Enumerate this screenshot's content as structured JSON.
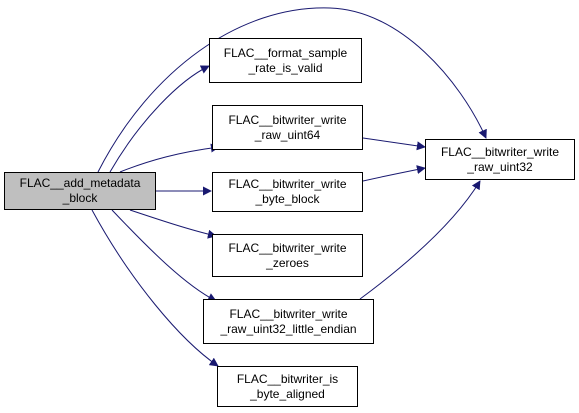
{
  "diagram": {
    "edge_color": "#191970",
    "root": {
      "id": "add_metadata_block",
      "lines": [
        "FLAC__add_metadata",
        "_block"
      ]
    },
    "nodes": [
      {
        "id": "format_sample_rate",
        "lines": [
          "FLAC__format_sample",
          "_rate_is_valid"
        ]
      },
      {
        "id": "raw_uint64",
        "lines": [
          "FLAC__bitwriter_write",
          "_raw_uint64"
        ]
      },
      {
        "id": "byte_block",
        "lines": [
          "FLAC__bitwriter_write",
          "_byte_block"
        ]
      },
      {
        "id": "zeroes",
        "lines": [
          "FLAC__bitwriter_write",
          "_zeroes"
        ]
      },
      {
        "id": "raw_uint32_le",
        "lines": [
          "FLAC__bitwriter_write",
          "_raw_uint32_little_endian"
        ]
      },
      {
        "id": "is_byte_aligned",
        "lines": [
          "FLAC__bitwriter_is",
          "_byte_aligned"
        ]
      },
      {
        "id": "raw_uint32",
        "lines": [
          "FLAC__bitwriter_write",
          "_raw_uint32"
        ]
      }
    ],
    "edges": [
      {
        "from": "add_metadata_block",
        "to": "raw_uint32"
      },
      {
        "from": "add_metadata_block",
        "to": "format_sample_rate"
      },
      {
        "from": "add_metadata_block",
        "to": "raw_uint64"
      },
      {
        "from": "add_metadata_block",
        "to": "byte_block"
      },
      {
        "from": "add_metadata_block",
        "to": "zeroes"
      },
      {
        "from": "add_metadata_block",
        "to": "raw_uint32_le"
      },
      {
        "from": "add_metadata_block",
        "to": "is_byte_aligned"
      },
      {
        "from": "raw_uint64",
        "to": "raw_uint32"
      },
      {
        "from": "byte_block",
        "to": "raw_uint32"
      },
      {
        "from": "raw_uint32_le",
        "to": "raw_uint32"
      }
    ]
  }
}
